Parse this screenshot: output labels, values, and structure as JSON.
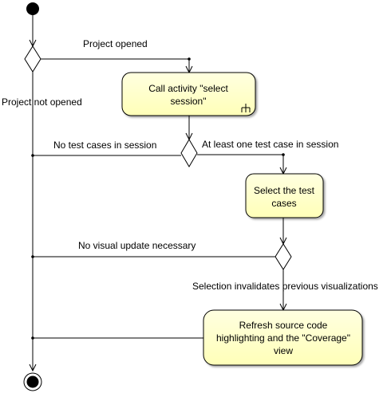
{
  "colors": {
    "activity_fill": "#ffffc8",
    "line": "#000000",
    "background": "#ffffff"
  },
  "activities": {
    "call_select_session": [
      "Call activity \"select",
      "session\""
    ],
    "select_test_cases": [
      "Select the test",
      "cases"
    ],
    "refresh_highlighting": [
      "Refresh source code",
      "highlighting and the \"Coverage\"",
      "view"
    ]
  },
  "guards": {
    "project_opened": "Project opened",
    "project_not_opened": "Project not opened",
    "no_test_cases": "No test cases in session",
    "at_least_one_test_case": "At least one test case in session",
    "no_visual_update": "No visual update necessary",
    "selection_invalidates": "Selection invalidates previous visualizations"
  },
  "icons": {
    "start": "initial-node-icon",
    "end": "final-node-icon",
    "call_activity": "call-activity-rake-icon"
  }
}
